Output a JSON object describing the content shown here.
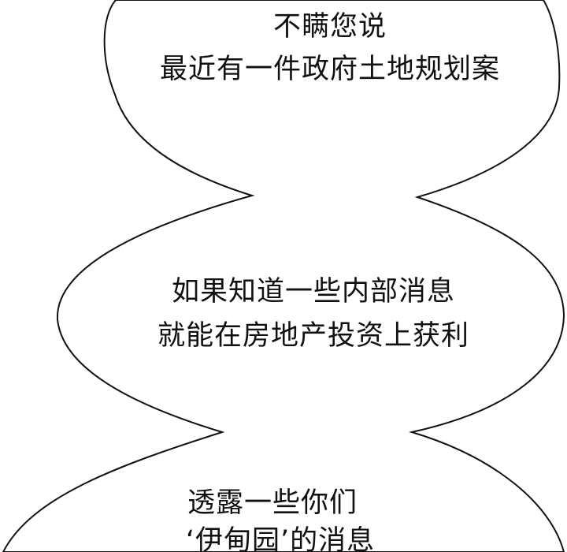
{
  "colors": {
    "background": "#ffffff",
    "bubble_fill": "#ffffff",
    "bubble_outline": "#111111",
    "text": "#111111"
  },
  "bubbles": [
    {
      "lines": [
        "不瞒您说",
        "最近有一件政府土地规划案"
      ]
    },
    {
      "lines": [
        "如果知道一些内部消息",
        "就能在房地产投资上获利"
      ]
    },
    {
      "lines": [
        "透露一些你们",
        "‘伊甸园’的消息"
      ]
    }
  ]
}
